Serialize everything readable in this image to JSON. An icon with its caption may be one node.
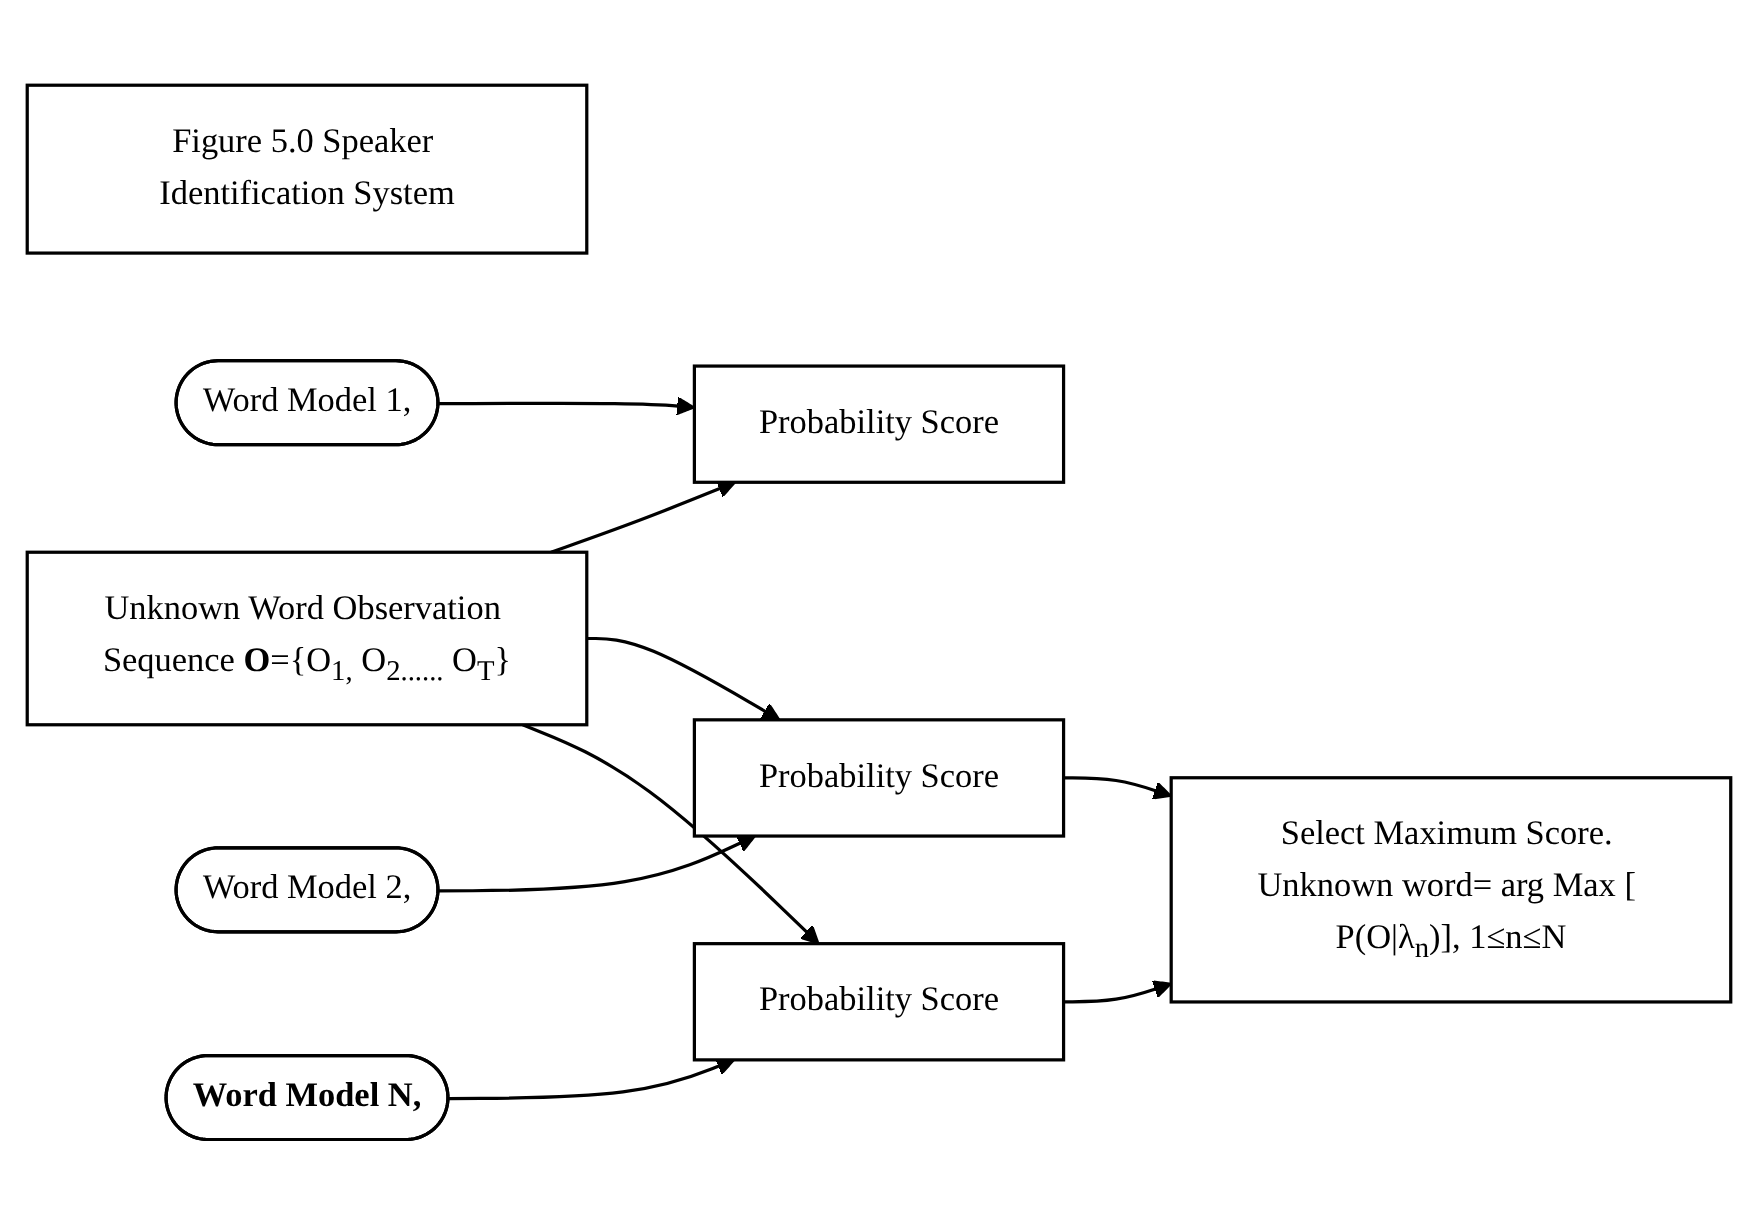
{
  "diagram": {
    "nodes": [
      {
        "text": [
          "Figure 5.0 Speaker Identification System"
        ]
      },
      {
        "text": [
          "Probability Score"
        ]
      },
      {
        "text": [
          "Word Model 1,"
        ]
      },
      {
        "text": [
          "Probability Score"
        ]
      },
      {
        "text": [
          "Word Model 2,"
        ]
      },
      {
        "text": [
          "Unknown Word Observation Sequence **O**={O$_{1,}$ O$_{2......}$ O$_{T}$}"
        ]
      },
      {
        "text": [
          "Select Maximum Score. Unknown word= arg Max [ P(O|λ$_{n}$)], 1≤n≤N"
        ]
      },
      {
        "text": [
          "Probability Score"
        ]
      },
      {
        "text": [
          "Word Model N,"
        ]
      }
    ],
    "edges": [
      {
        "from": 5,
        "to": 1,
        "arrow": "to"
      },
      {
        "from": 5,
        "to": 3,
        "arrow": "to"
      },
      {
        "from": 5,
        "to": 7,
        "arrow": "to"
      },
      {
        "from": 2,
        "to": 1,
        "arrow": "to"
      },
      {
        "from": 4,
        "to": 3,
        "arrow": "to"
      },
      {
        "from": 8,
        "to": 7,
        "arrow": "to"
      },
      {
        "from": 3,
        "to": 6,
        "arrow": "to"
      },
      {
        "from": 7,
        "to": 6,
        "arrow": "to"
      }
    ]
  }
}
